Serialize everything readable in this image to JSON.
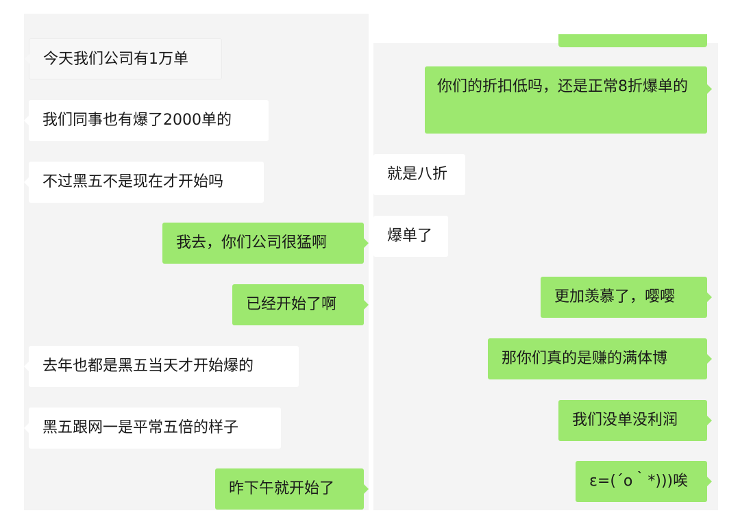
{
  "colors": {
    "panel_background": "#f4f4f4",
    "incoming_bubble": "#ffffff",
    "outgoing_bubble": "#9de86f",
    "text": "#1a1a1a"
  },
  "left_panel": {
    "messages": [
      {
        "side": "incoming",
        "text": "今天我们公司有1万单"
      },
      {
        "side": "incoming",
        "text": "我们同事也有爆了2000单的"
      },
      {
        "side": "incoming",
        "text": "不过黑五不是现在才开始吗"
      },
      {
        "side": "outgoing",
        "text": "我去，你们公司很猛啊"
      },
      {
        "side": "outgoing",
        "text": "已经开始了啊"
      },
      {
        "side": "incoming",
        "text": "去年也都是黑五当天才开始爆的"
      },
      {
        "side": "incoming",
        "text": "黑五跟网一是平常五倍的样子"
      },
      {
        "side": "outgoing",
        "text": "昨下午就开始了"
      }
    ]
  },
  "right_panel": {
    "messages": [
      {
        "side": "outgoing",
        "text": "你们的折扣低吗，还是正常8折爆单的"
      },
      {
        "side": "incoming",
        "text": "就是八折"
      },
      {
        "side": "incoming",
        "text": "爆单了"
      },
      {
        "side": "outgoing",
        "text": "更加羡慕了，嘤嘤"
      },
      {
        "side": "outgoing",
        "text": "那你们真的是赚的满体博"
      },
      {
        "side": "outgoing",
        "text": "我们没单没利润"
      },
      {
        "side": "outgoing",
        "text": "ε=(´ο｀*)))唉"
      }
    ]
  }
}
